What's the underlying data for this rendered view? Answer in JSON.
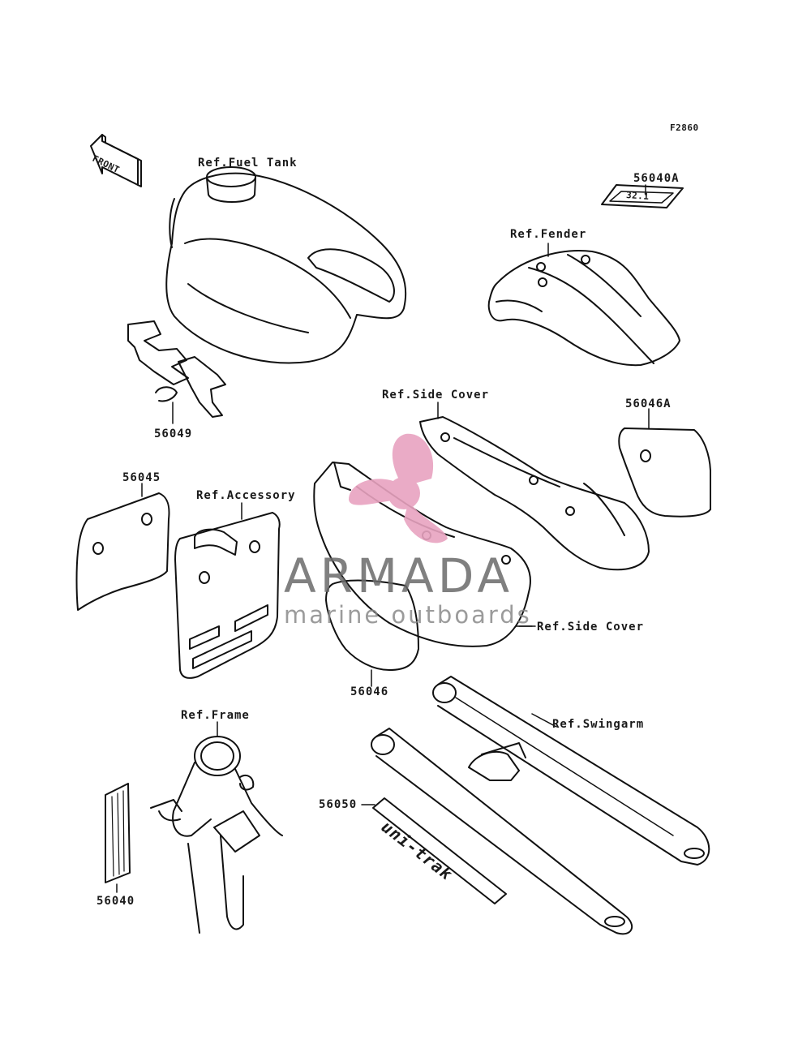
{
  "figure_code": "F2860",
  "front_arrow_label": "FRONT",
  "references": {
    "fuel_tank": "Ref.Fuel Tank",
    "fender": "Ref.Fender",
    "side_cover_upper": "Ref.Side Cover",
    "side_cover_lower": "Ref.Side Cover",
    "accessory": "Ref.Accessory",
    "frame": "Ref.Frame",
    "swingarm": "Ref.Swingarm"
  },
  "parts": {
    "p56040A": "56040A",
    "p56049": "56049",
    "p56046A": "56046A",
    "p56045": "56045",
    "p56046": "56046",
    "p56050": "56050",
    "p56040": "56040"
  },
  "decal_texts": {
    "emblem": "32.1",
    "unitrak": "uni-trak"
  },
  "watermark": {
    "title": "ARMADA",
    "subtitle": "marine outboards",
    "logo_color": "#e8a3c0",
    "text_color": "#6a6a6a"
  }
}
